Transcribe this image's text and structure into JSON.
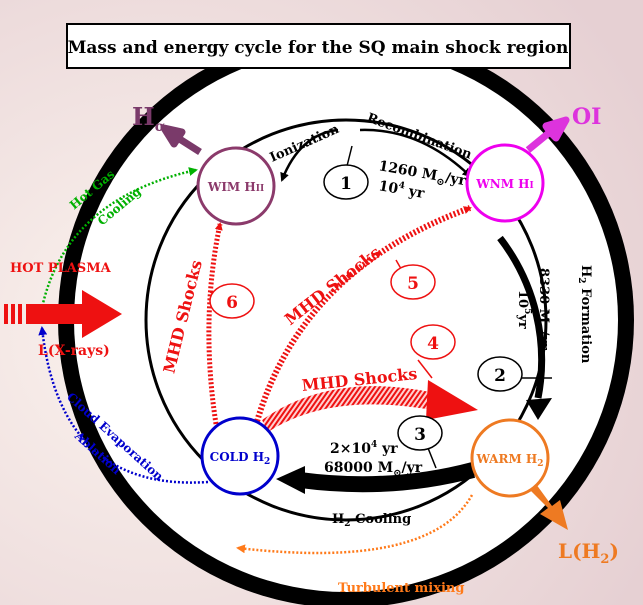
{
  "title": "Mass and energy cycle for the SQ main shock region",
  "colors": {
    "background": "#f1e3e3",
    "outer_ring": "#000000",
    "ring_fill": "#ffffff",
    "shock_red": "#ee1111",
    "hot_gas_green": "#00b000",
    "evaporation_blue": "#0000cc",
    "mixing_orange": "#ff7a1a",
    "wim_purple": "#8b3a6b",
    "wnm_magenta": "#ee00ee",
    "cold_blue": "#0000cc",
    "warm_orange": "#ee7a22",
    "outflow_halpha": "#7a3a6a",
    "outflow_oi": "#dd33dd"
  },
  "outflows": {
    "halpha": {
      "main": "H",
      "sub": "α"
    },
    "oi": {
      "label": "OI"
    },
    "lh2": {
      "label": "L(H",
      "sub": "2",
      "close": ")"
    }
  },
  "nodes": {
    "wim": {
      "main": "WIM H",
      "suffix": "II"
    },
    "wnm": {
      "main": "WNM H",
      "suffix": "I"
    },
    "cold": {
      "main": "COLD H",
      "sub": "2"
    },
    "warm": {
      "main": "WARM H",
      "sub": "2"
    }
  },
  "steps": {
    "s1": {
      "number": "1",
      "ionization": "Ionization",
      "recombination": "Recombination",
      "rate": "1260 M",
      "rate_unit": "/yr",
      "time": "10",
      "time_exp": "4",
      "time_unit": " yr"
    },
    "s2": {
      "number": "2",
      "process": "H",
      "process_sub": "2",
      "process_rest": " Formation",
      "rate": "8330 M",
      "rate_unit": "/yr",
      "time": "10",
      "time_exp": "5",
      "time_unit": "yr"
    },
    "s3": {
      "number": "3",
      "time": "2×10",
      "time_exp": "4",
      "time_unit": " yr",
      "rate": "68000 M",
      "rate_unit": "/yr",
      "cooling": "H",
      "cooling_sub": "2",
      "cooling_rest": " Cooling"
    },
    "s4": {
      "number": "4",
      "label": "MHD Shocks"
    },
    "s5": {
      "number": "5",
      "label": "MHD Shocks"
    },
    "s6": {
      "number": "6",
      "label": "MHD Shocks"
    }
  },
  "external": {
    "hot_plasma": "HOT  PLASMA",
    "xrays": "L(X-rays)",
    "hot_gas": "Hot Gas",
    "cooling": "Cooling",
    "cloud_evaporation": "Cloud Evaporation",
    "ablation": "Ablation",
    "turbulent_mixing": "Turbulent mixing"
  }
}
